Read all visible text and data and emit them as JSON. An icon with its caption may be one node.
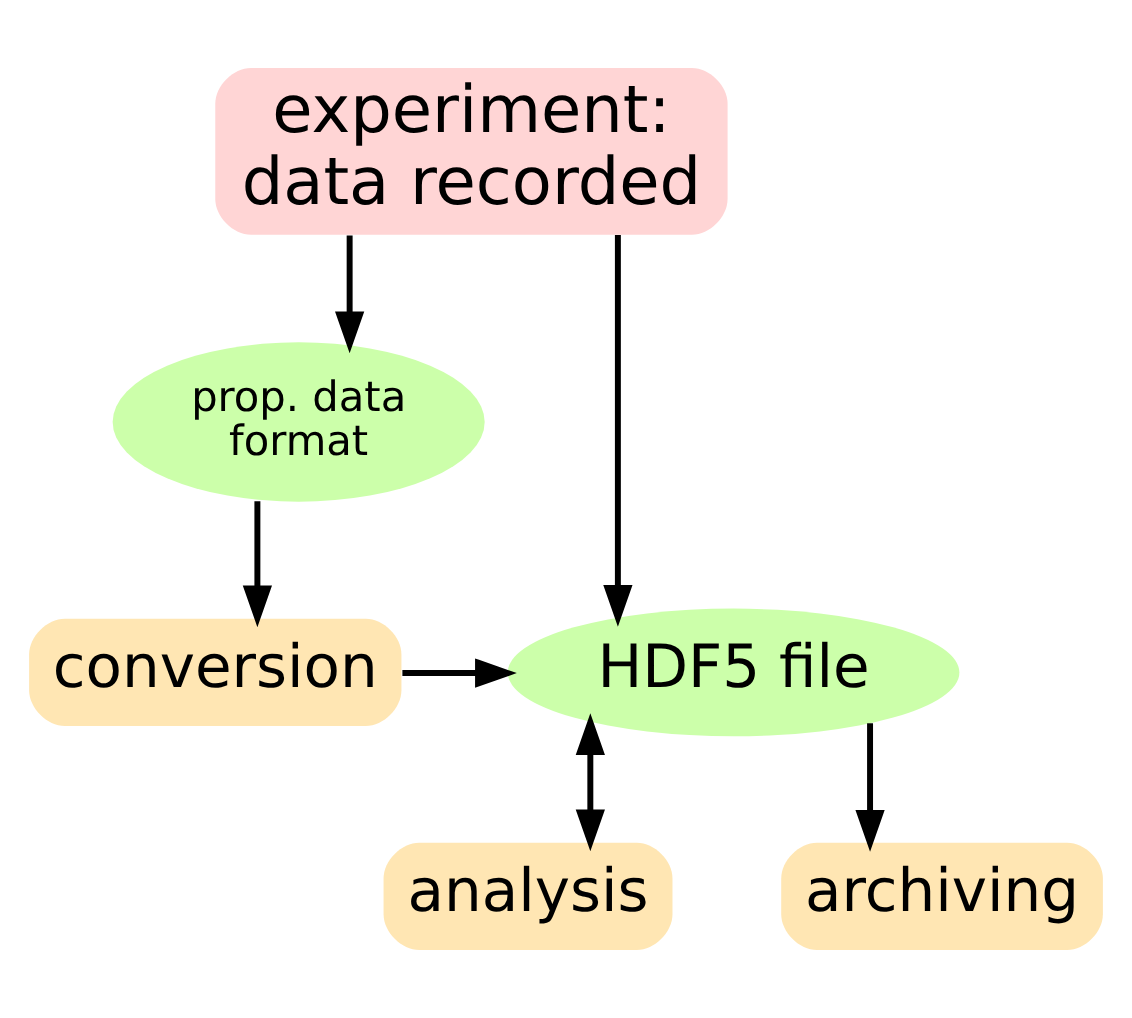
{
  "diagram": {
    "nodes": [
      {
        "text": [
          "experiment: data recorded"
        ]
      },
      {
        "text": [
          "prop. data format"
        ]
      },
      {
        "text": [
          "HDF5 file"
        ]
      },
      {
        "text": [
          "conversion"
        ]
      },
      {
        "text": [
          "analysis"
        ]
      },
      {
        "text": [
          "archiving"
        ]
      }
    ],
    "edges": [
      {
        "from": 0,
        "to": 2,
        "arrow": "to"
      },
      {
        "from": 0,
        "to": 1,
        "arrow": "to"
      },
      {
        "from": 1,
        "to": 3,
        "arrow": "to"
      },
      {
        "from": 3,
        "to": 2,
        "arrow": "to"
      },
      {
        "from": 2,
        "to": 4,
        "arrow": "both"
      },
      {
        "from": 2,
        "to": 5,
        "arrow": "to"
      }
    ]
  }
}
